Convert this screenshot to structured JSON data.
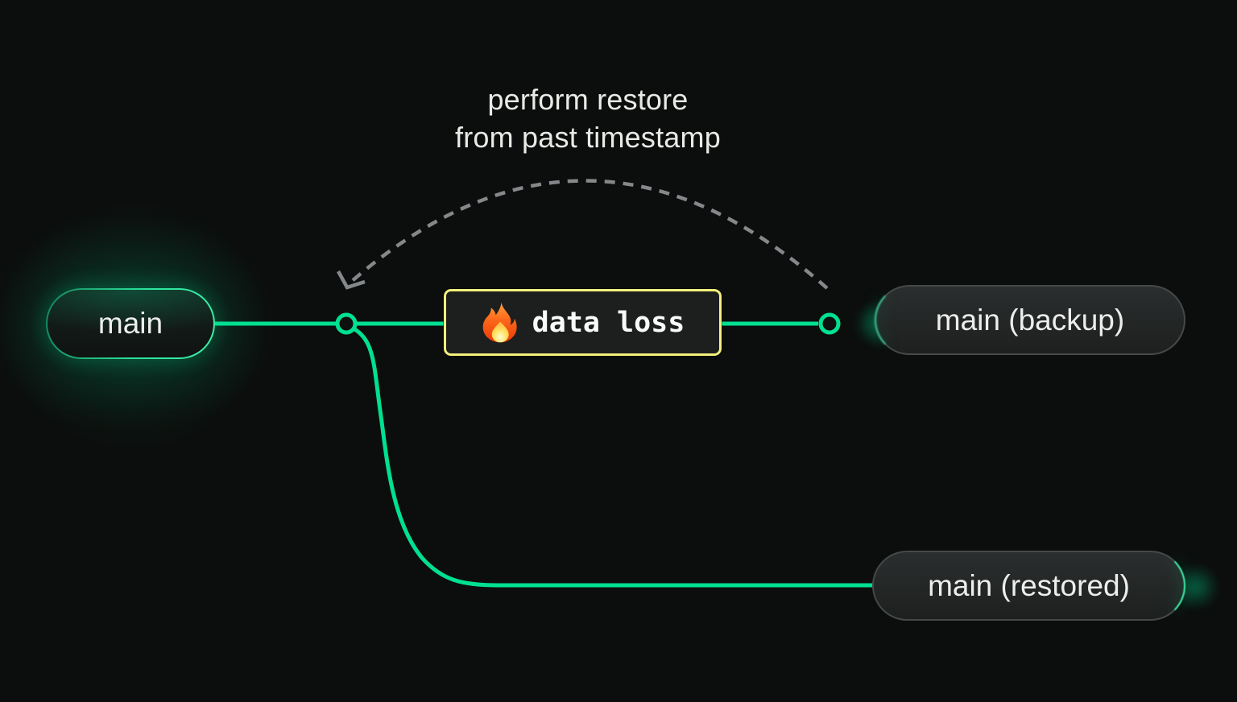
{
  "diagram": {
    "background": "#0c0e0d",
    "caption": {
      "line1": "perform restore",
      "line2": "from past timestamp"
    },
    "nodes": {
      "main": {
        "label": "main",
        "type": "branch",
        "highlighted": true
      },
      "data_loss": {
        "label": "data loss",
        "icon": "fire-icon"
      },
      "backup": {
        "label": "main (backup)",
        "type": "branch"
      },
      "restored": {
        "label": "main (restored)",
        "type": "branch"
      }
    },
    "edges": [
      {
        "from": "main",
        "to": "data_loss",
        "style": "solid"
      },
      {
        "from": "data_loss",
        "to": "backup",
        "style": "solid"
      },
      {
        "from": "main",
        "to": "restored",
        "style": "solid-curve"
      },
      {
        "from": "backup",
        "to": "main",
        "style": "dashed-arc"
      }
    ],
    "colors": {
      "line_green": "#00e091",
      "dashed_gray": "#85888a",
      "box_border_yellow": "#f3f07e",
      "node_border_gray": "#454949",
      "text": "#e8eae6"
    }
  }
}
